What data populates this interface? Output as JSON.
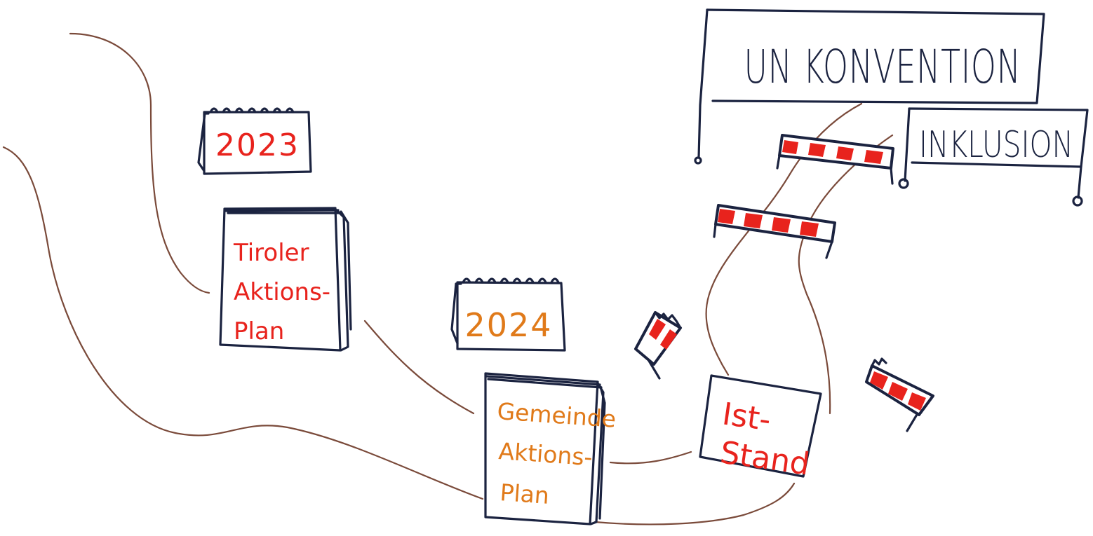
{
  "colors": {
    "ink": "#1b2340",
    "road": "#7a4a3a",
    "red": "#e8231d",
    "orange": "#e07a1a",
    "barrier_white": "#ffffff"
  },
  "calendars": [
    {
      "year": "2023",
      "color": "#e8231d"
    },
    {
      "year": "2024",
      "color": "#e07a1a"
    }
  ],
  "books": [
    {
      "lines": [
        "Tiroler",
        "Aktions-",
        "Plan"
      ],
      "color": "#e8231d"
    },
    {
      "lines": [
        "Gemeinde",
        "Aktions-",
        "Plan"
      ],
      "color": "#e07a1a"
    }
  ],
  "status_box": {
    "lines": [
      "Ist-",
      "Stand"
    ],
    "color": "#e8231d"
  },
  "banners": {
    "main": "UN KONVENTION",
    "secondary": "INKLUSION"
  },
  "icons": [
    "calendar-icon",
    "book-icon",
    "barrier-icon",
    "banner-sign-icon"
  ]
}
